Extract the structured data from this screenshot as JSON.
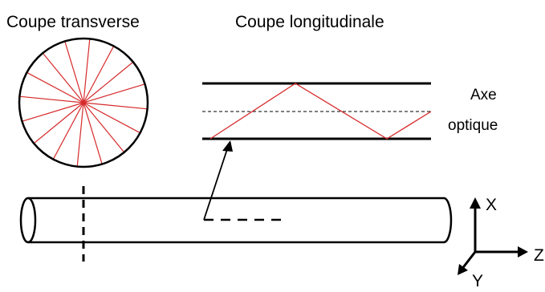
{
  "labels": {
    "transverse_title": "Coupe transverse",
    "longitudinal_title": "Coupe longitudinale",
    "axis_label_line1": "Axe",
    "axis_label_line2": "optique"
  },
  "axes": {
    "x": "X",
    "y": "Y",
    "z": "Z"
  },
  "colors": {
    "ray": "#d62a2a",
    "stroke": "#000000"
  }
}
